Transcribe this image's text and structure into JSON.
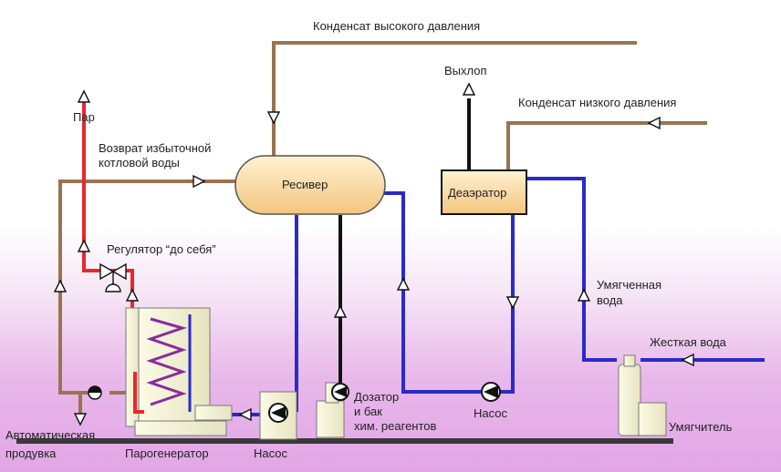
{
  "labels": {
    "condensate_high": "Конденсат высокого давления",
    "exhaust": "Выхлоп",
    "condensate_low": "Конденсат низкого давления",
    "steam": "Пар",
    "return_line1": "Возврат избыточной",
    "return_line2": "котловой воды",
    "receiver": "Ресивер",
    "deaerator": "Деаэратор",
    "regulator": "Регулятор “до себя”",
    "softened_line1": "Умягченная",
    "softened_line2": "вода",
    "hard_water": "Жесткая вода",
    "dosing_line1": "Дозатор",
    "dosing_line2": "и бак",
    "dosing_line3": "хим. реагентов",
    "pump_right": "Насос",
    "softener": "Умягчитель",
    "blowdown_line1": "Автоматическая",
    "blowdown_line2": "продувка",
    "steam_generator": "Парогенератор",
    "pump_bottom": "Насос"
  },
  "colors": {
    "steam": "#e8282a",
    "condensate": "#9a7350",
    "feedwater": "#2a2ac8",
    "chemical": "#111111",
    "vessel": "#f7d79a"
  }
}
